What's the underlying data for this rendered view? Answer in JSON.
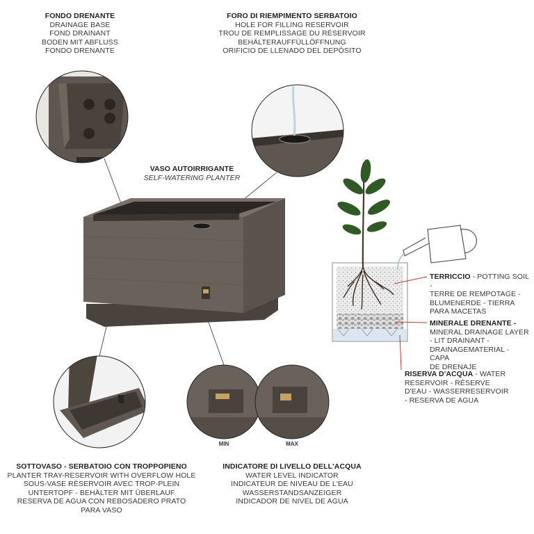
{
  "drainage_base": {
    "title": "FONDO DRENANTE",
    "lines": [
      "DRAINAGE BASE",
      "FOND DRAINANT",
      "BODEN MIT ABFLUSS",
      "FONDO DRENANTE"
    ]
  },
  "filling_hole": {
    "title": "FORO DI RIEMPIMENTO SERBATOIO",
    "lines": [
      "HOLE FOR FILLING RESERVOIR",
      "TROU DE REMPLISSAGE DU RÉSERVOIR",
      "BEHÄLTERAUFFÜLLÖFFNUNG",
      "ORIFICIO DE LLENADO DEL DEPÓSITO"
    ]
  },
  "planter": {
    "title": "VASO AUTOIRRIGANTE",
    "subtitle": "SELF-WATERING PLANTER"
  },
  "potting_soil": {
    "title": "TERRICCIO",
    "lines": [
      "- POTTING SOIL -",
      "TERRE DE REMPOTAGE -",
      "BLUMENERDE - TIERRA",
      "PARA MACETAS"
    ]
  },
  "mineral_layer": {
    "title": "MINERALE DRENANTE -",
    "lines": [
      "MINERAL DRAINAGE LAYER",
      "- LIT DRAINANT -",
      "DRAINAGEMATERIAL - CAPA",
      "DE DRENAJE"
    ]
  },
  "water_reserve": {
    "title": "RISERVA D'ACQUA",
    "lines": [
      "- WATER",
      "RESERVOIR - RÉSERVE",
      "D'EAU - WASSERRESERVOIR",
      "- RESERVA DE AGUA"
    ]
  },
  "tray": {
    "title": "SOTTOVASO - SERBATOIO CON TROPPOPIENO",
    "lines": [
      "PLANTER TRAY-RESERVOIR WITH OVERFLOW HOLE",
      "SOUS-VASE RÉSERVOIR AVEC TROP-PLEIN",
      "UNTERTOPF - BEHÄLTER MIT ÜBERLAUF",
      "RESERVA DE AGUA CON REBOSADERO PRATO",
      "PARA VASO"
    ]
  },
  "indicator": {
    "title": "INDICATORE DI LIVELLO DELL'ACQUA",
    "lines": [
      "WATER LEVEL INDICATOR",
      "INDICATEUR DE NIVEAU DE L'EAU",
      "WASSERSTANDSANZEIGER",
      "INDICADOR DE NIVEL DE AGUA"
    ]
  },
  "level_labels": {
    "min": "MIN",
    "max": "MAX"
  },
  "colors": {
    "planter": "#5f5750",
    "planter_dark": "#3b3530",
    "accent": "#c8a060",
    "leaf": "#2f5a25",
    "leader_red": "#c0392b"
  }
}
